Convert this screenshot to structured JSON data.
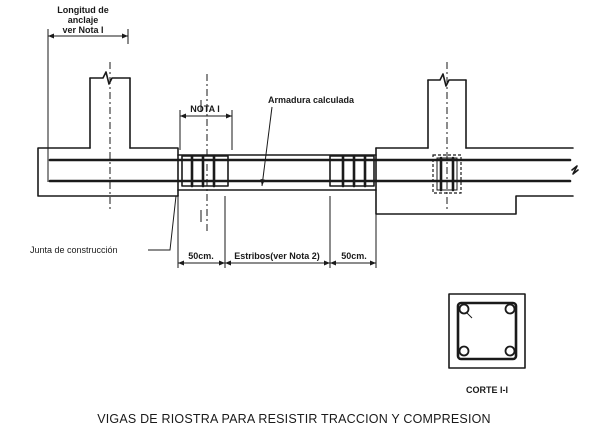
{
  "labels": {
    "anchorage_line1": "Longitud de",
    "anchorage_line2": "anclaje",
    "anchorage_line3": "ver Nota I",
    "nota1": "NOTA I",
    "armadura": "Armadura calculada",
    "junta": "Junta de construcción",
    "dim_left": "50cm.",
    "dim_middle": "Estribos(ver Nota 2)",
    "dim_right": "50cm.",
    "section": "CORTE I-I",
    "title": "VIGAS DE RIOSTRA PARA RESISTIR TRACCION Y COMPRESION"
  }
}
